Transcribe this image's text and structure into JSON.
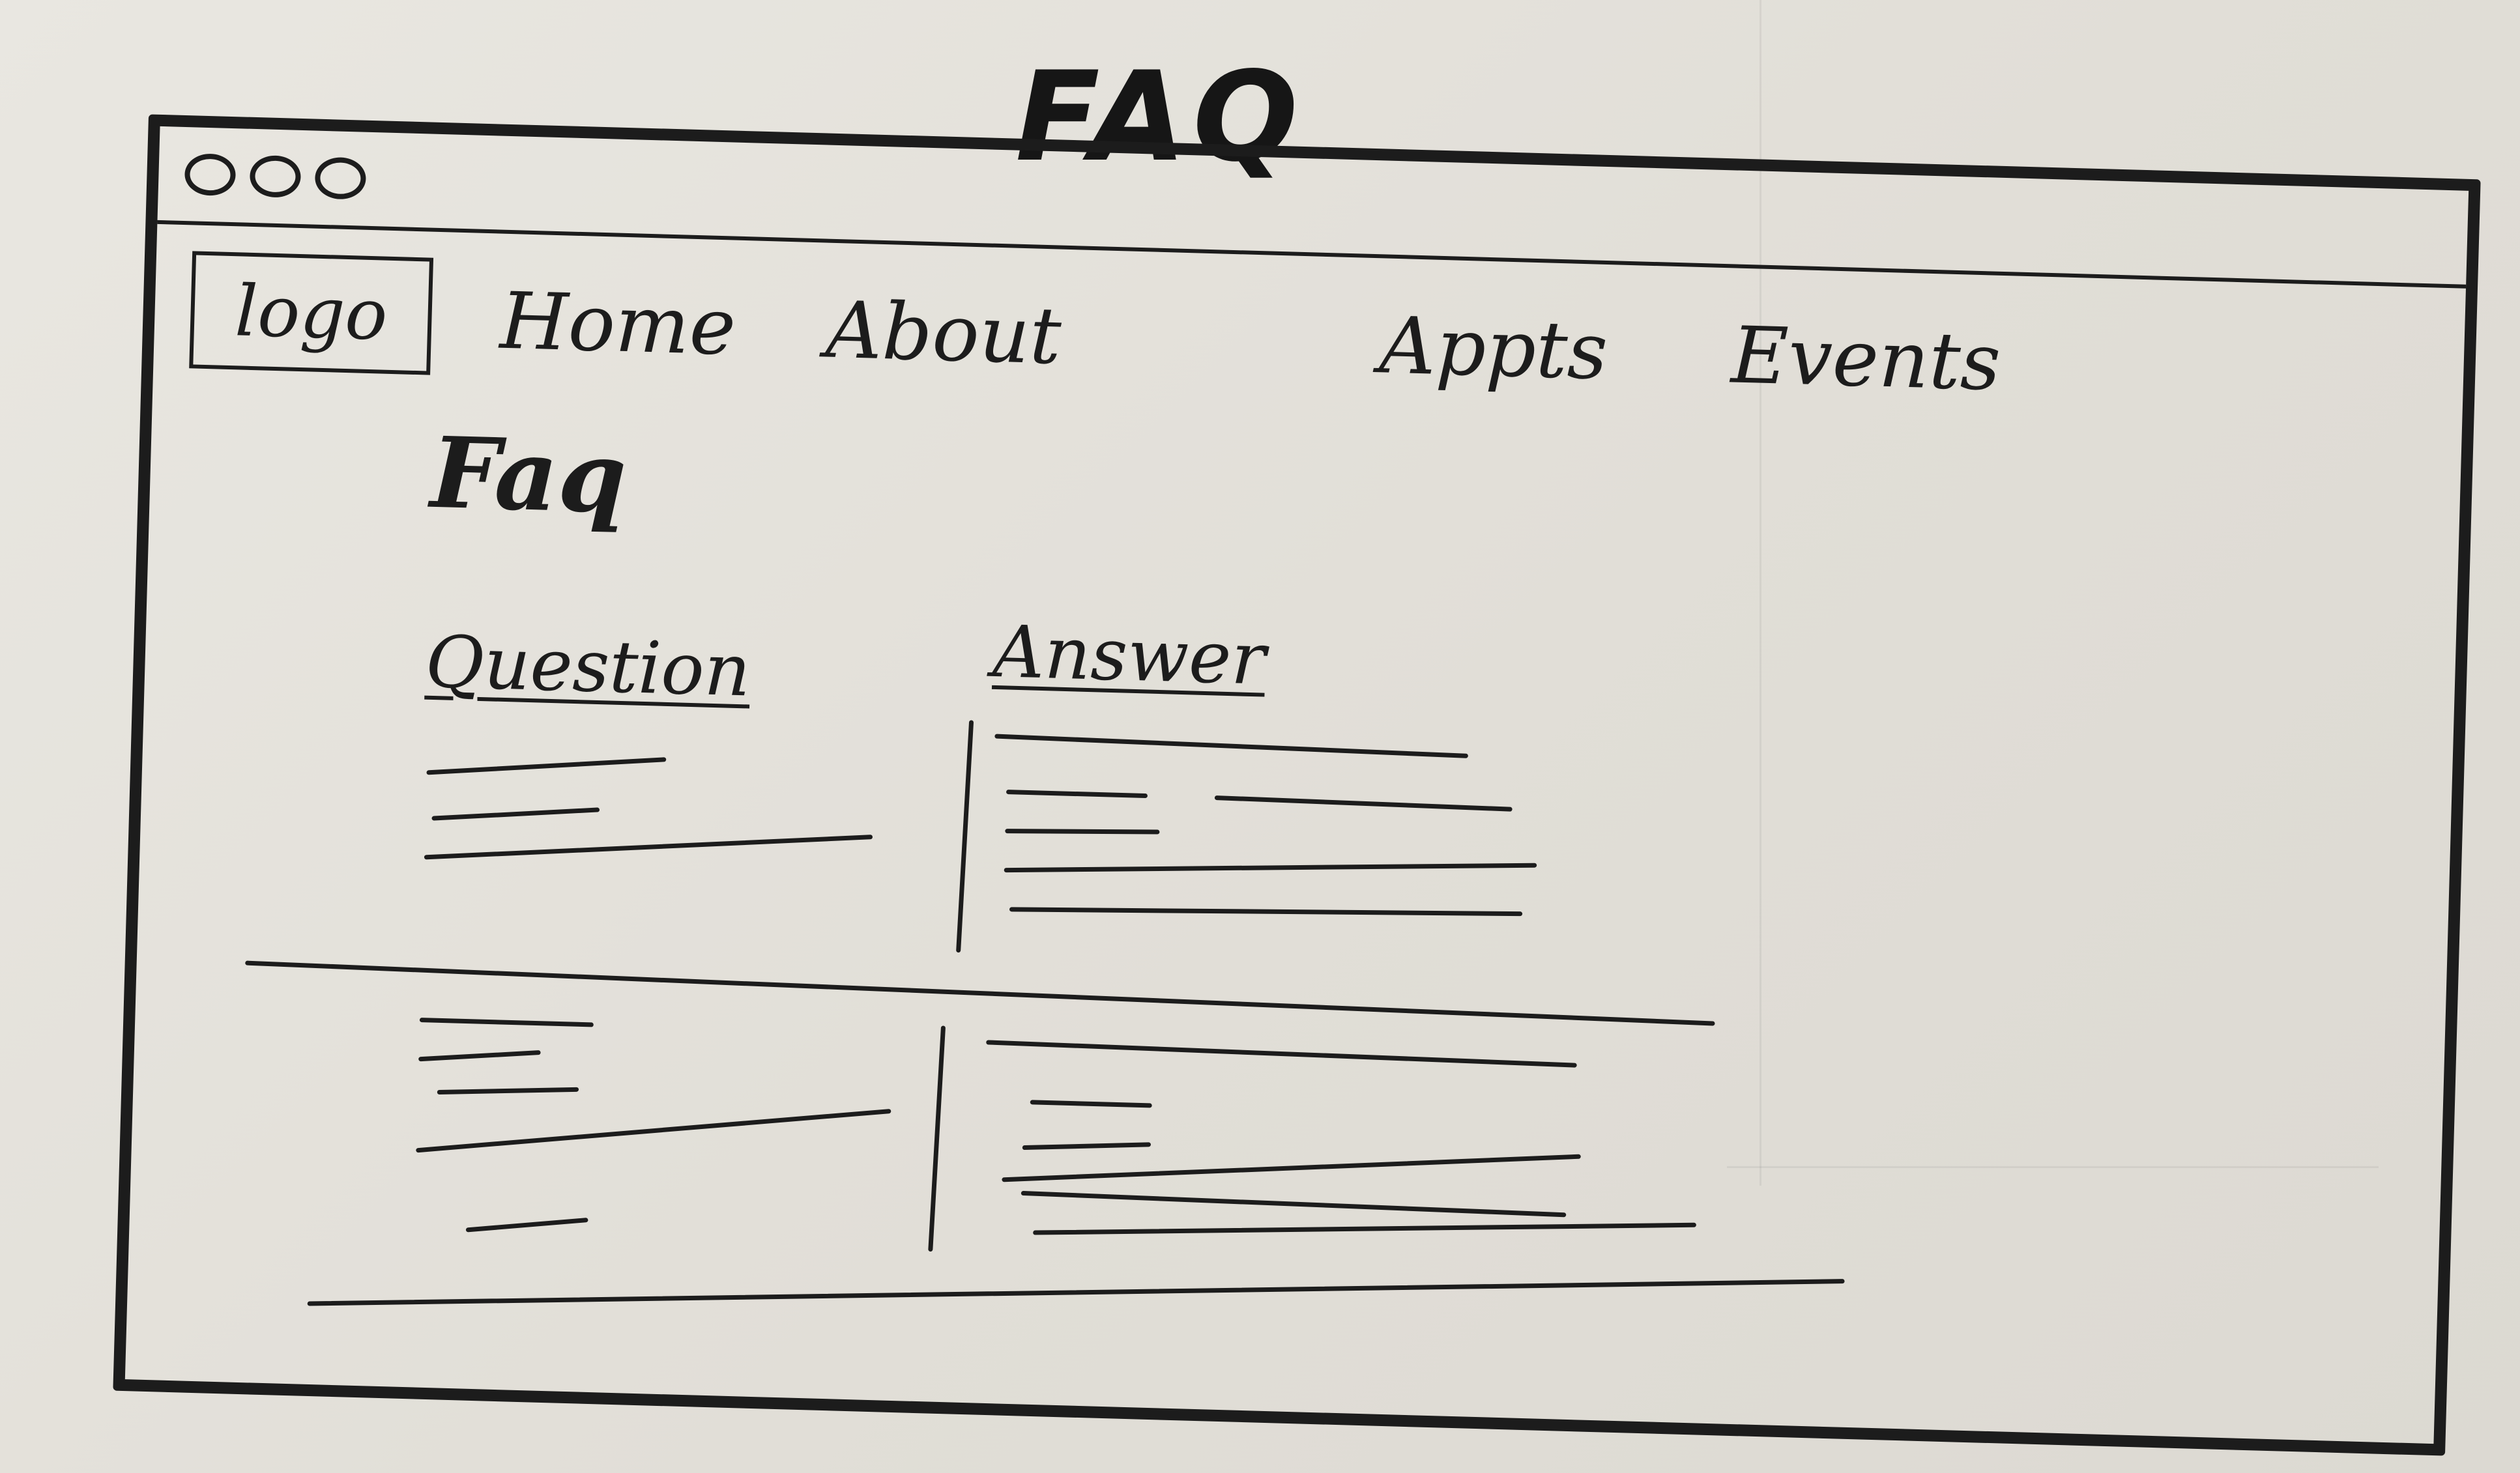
{
  "sketch_title": "FAQ",
  "window": {
    "controls": [
      "circle",
      "circle",
      "circle"
    ]
  },
  "nav": {
    "logo": "logo",
    "items": [
      "Home",
      "About",
      "Appts",
      "Events"
    ],
    "crossed_item_icon": "scribble-out-icon"
  },
  "content": {
    "heading": "Faq",
    "question_label": "Question",
    "answer_label": "Answer"
  },
  "colors": {
    "ink": "#1c1c1c",
    "paper": "#e4e2dc"
  }
}
